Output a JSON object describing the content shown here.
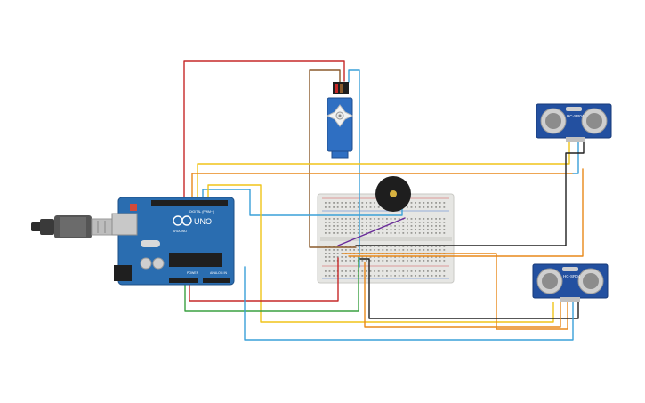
{
  "arduino": {
    "brand_text": "ARDUINO",
    "model_text": "UNO",
    "digital_header_text": "DIGITAL (PWM~)",
    "power_text": "POWER",
    "analog_text": "ANALOG IN"
  },
  "sensors": [
    {
      "label": "HC-SR04"
    },
    {
      "label": "HC-SR04"
    }
  ],
  "colors": {
    "board": "#2a6db0",
    "sensor_board": "#2350a0",
    "breadboard": "#e9e9e6",
    "wire_red": "#c62828",
    "wire_brown": "#8a5a2b",
    "wire_blue": "#3aa0d8",
    "wire_yellow": "#f0c419",
    "wire_orange": "#e8881a",
    "wire_green": "#3aa040",
    "wire_black": "#202020",
    "wire_purple": "#6a2c9a",
    "servo_body": "#2f6fc2",
    "buzzer": "#1e1e1e"
  }
}
